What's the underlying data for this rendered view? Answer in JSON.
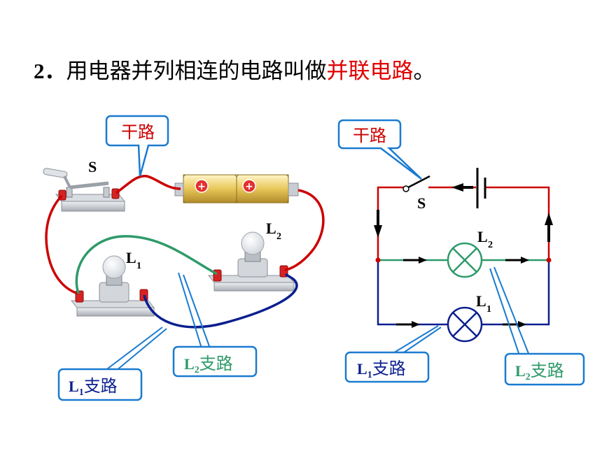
{
  "title": {
    "number": "2．",
    "text": "用电器并列相连的电路叫做",
    "highlight": "并联电路",
    "end": "。"
  },
  "left": {
    "switch_label": "S",
    "l1_letter": "L",
    "l1_sub": "1",
    "l2_letter": "L",
    "l2_sub": "2",
    "trunk_callout": "干路",
    "l1_callout_letter": "L",
    "l1_callout_sub": "1",
    "l1_callout_text": "支路",
    "l2_callout_letter": "L",
    "l2_callout_sub": "2",
    "l2_callout_text": "支路",
    "battery_plus_1": "+",
    "battery_plus_2": "+"
  },
  "right": {
    "trunk_callout": "干路",
    "switch_label": "S",
    "l2_letter": "L",
    "l2_sub": "2",
    "l1_letter": "L",
    "l1_sub": "1",
    "l1_callout_letter": "L",
    "l1_callout_sub": "1",
    "l1_callout_text": "支路",
    "l2_callout_letter": "L",
    "l2_callout_sub": "2",
    "l2_callout_text": "支路"
  },
  "colors": {
    "trunk": "#cc0000",
    "l2_branch": "#2e9a6a",
    "l1_branch": "#0a1f8f",
    "callout_border": "#1a7bd0",
    "highlight": "#e00000"
  }
}
